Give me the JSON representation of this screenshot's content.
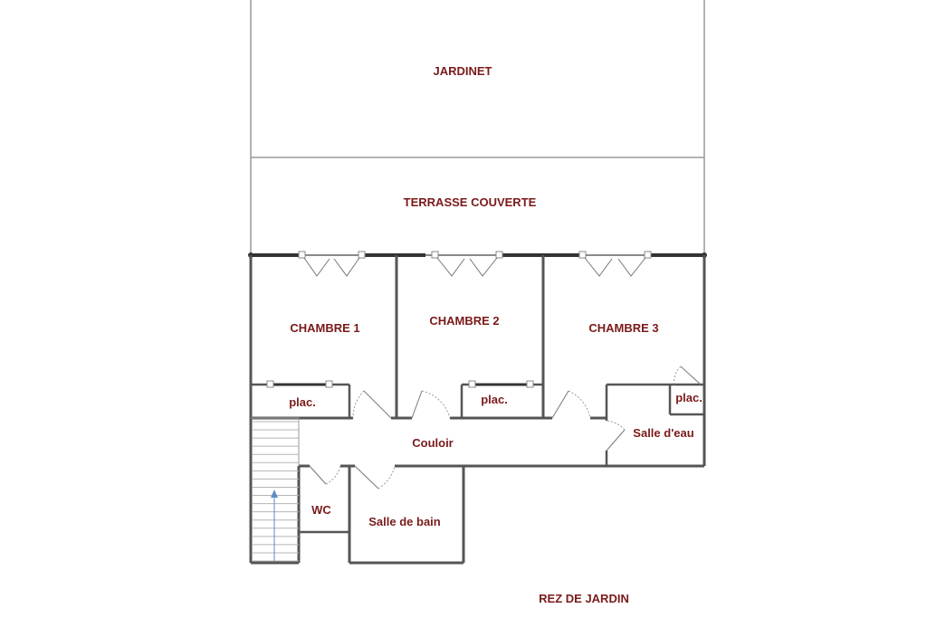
{
  "rooms": {
    "jardinet": "JARDINET",
    "terrasse": "TERRASSE COUVERTE",
    "chambre1": "CHAMBRE 1",
    "chambre2": "CHAMBRE 2",
    "chambre3": "CHAMBRE 3",
    "plac1": "plac.",
    "plac2": "plac.",
    "plac3": "plac.",
    "salle_eau": "Salle d'eau",
    "couloir": "Couloir",
    "wc": "WC",
    "salle_bain": "Salle de bain"
  },
  "floor_label": "REZ DE JARDIN",
  "colors": {
    "label": "#7a1a1a",
    "wall": "#555555",
    "line": "#9a9a9a",
    "stair_arrow": "#5b8cc8"
  }
}
